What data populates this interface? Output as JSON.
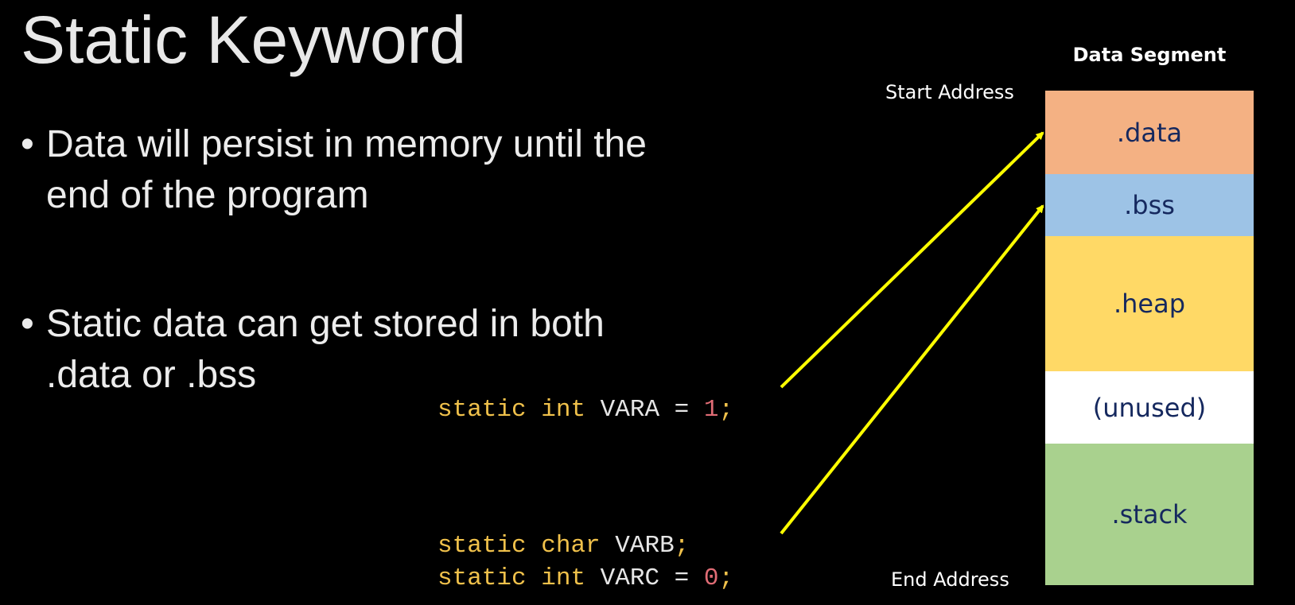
{
  "slide": {
    "title": "Static Keyword",
    "bullets": [
      {
        "glyph": "•",
        "text": "Data will persist in memory until the end of the program"
      },
      {
        "glyph": "•",
        "text": "Static data can get stored in both .data or .bss"
      }
    ]
  },
  "code": {
    "line_a": {
      "kw1": "static",
      "kw2": "int",
      "name": "VARA",
      "eq": " = ",
      "value": "1",
      "end": ";"
    },
    "line_b": {
      "kw1": "static",
      "kw2": "char",
      "name": "VARB",
      "end": ";"
    },
    "line_c": {
      "kw1": "static",
      "kw2": "int",
      "name": "VARC",
      "eq": " = ",
      "value": "0",
      "end": ";"
    }
  },
  "diagram": {
    "title": "Data Segment",
    "start_label": "Start Address",
    "end_label": "End Address",
    "segments": [
      {
        "label": ".data",
        "color": "#f4b183"
      },
      {
        "label": ".bss",
        "color": "#9dc3e6"
      },
      {
        "label": ".heap",
        "color": "#ffd966"
      },
      {
        "label": "(unused)",
        "color": "#ffffff"
      },
      {
        "label": ".stack",
        "color": "#a9d18e"
      }
    ],
    "arrow_color": "#ffff00"
  },
  "colors": {
    "background": "#000000",
    "keyword": "#f0c14b",
    "literal": "#e06c75",
    "segment_text": "#15285e"
  }
}
